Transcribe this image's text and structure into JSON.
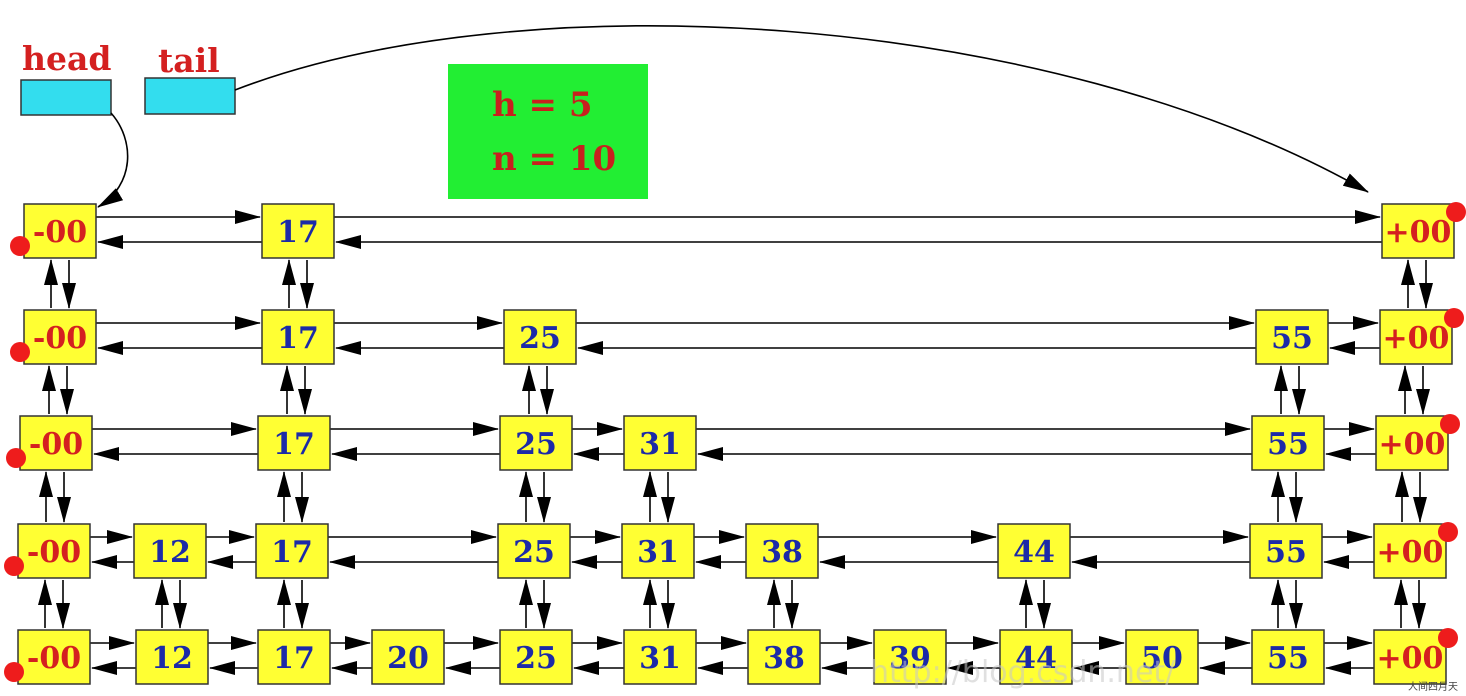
{
  "labels": {
    "head": "head",
    "tail": "tail"
  },
  "stats": {
    "h": "h = 5",
    "n": "n = 10"
  },
  "sentinels": {
    "neg": "-00",
    "pos": "+00"
  },
  "levels": [
    [
      "17"
    ],
    [
      "17",
      "25",
      "55"
    ],
    [
      "17",
      "25",
      "31",
      "55"
    ],
    [
      "12",
      "17",
      "25",
      "31",
      "38",
      "44",
      "55"
    ],
    [
      "12",
      "17",
      "20",
      "25",
      "31",
      "38",
      "39",
      "44",
      "50",
      "55"
    ]
  ],
  "watermark": "http://blog.csdn.net/",
  "corner_label": "人间四月天",
  "colors": {
    "node_fill": "#ffff33",
    "node_text": "#1c2aa8",
    "sentinel_text": "#d42020",
    "pointer_fill": "#33ddee",
    "stats_fill": "#22ee33",
    "marker": "#ee1c1c"
  }
}
